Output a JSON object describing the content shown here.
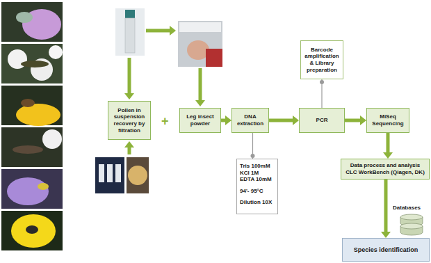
{
  "diagram": {
    "nodes": [
      {
        "text": [
          "Barcode amplification & Library preparation"
        ]
      },
      {
        "text": [
          "Pollen in suspension recovery by filtration"
        ]
      },
      {
        "text": [
          "Leg insect powder"
        ]
      },
      {
        "text": [
          "DNA extraction"
        ]
      },
      {
        "text": [
          "PCR"
        ]
      },
      {
        "text": [
          "MiSeq Sequencing"
        ]
      },
      {
        "text": [
          "Tris 100mM KCl 1M EDTA 10mM",
          "94'- 95°C",
          "Dilution 10X"
        ]
      },
      {
        "text": [
          "Data process and analysis",
          "CLC WorkBench (Qiagen, DK)"
        ]
      },
      {
        "text": [
          "Species identification"
        ]
      }
    ],
    "edges": [
      {
        "from": 2,
        "to": 3,
        "arrow": "to"
      },
      {
        "from": 3,
        "to": 4,
        "arrow": "to"
      },
      {
        "from": 4,
        "to": 5,
        "arrow": "to"
      },
      {
        "from": 5,
        "to": 7,
        "arrow": "to"
      },
      {
        "from": 7,
        "to": 8,
        "arrow": "to"
      },
      {
        "from": 0,
        "to": 4,
        "arrow": "none"
      },
      {
        "from": 6,
        "to": 3,
        "arrow": "none"
      }
    ],
    "labels": [
      "+",
      "Databases"
    ]
  }
}
